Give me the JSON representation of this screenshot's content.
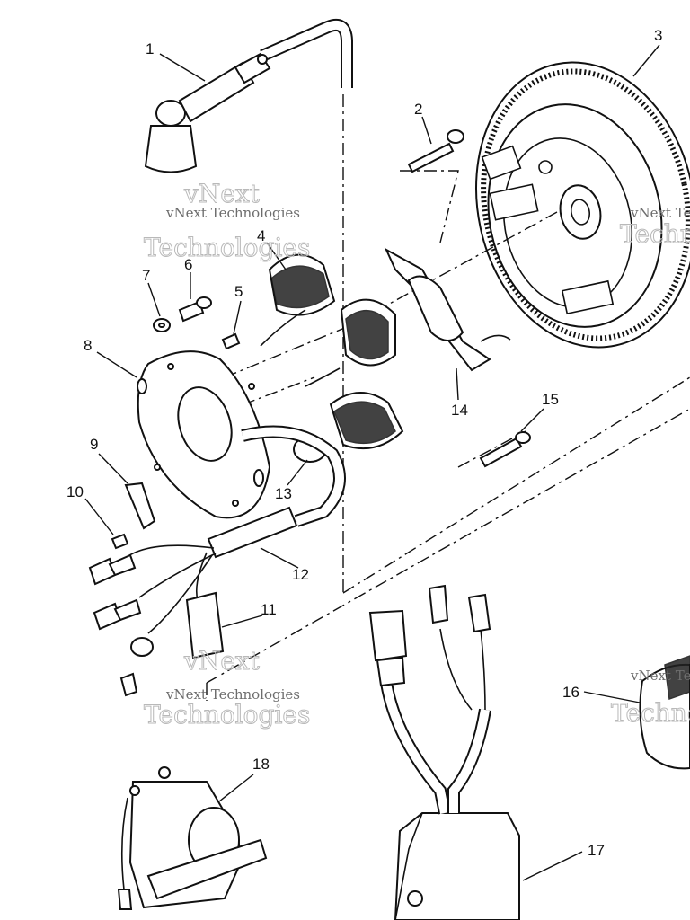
{
  "labels": [
    {
      "id": "1",
      "text": "1"
    },
    {
      "id": "2",
      "text": "2"
    },
    {
      "id": "3",
      "text": "3"
    },
    {
      "id": "4",
      "text": "4"
    },
    {
      "id": "5",
      "text": "5"
    },
    {
      "id": "6",
      "text": "6"
    },
    {
      "id": "7",
      "text": "7"
    },
    {
      "id": "8",
      "text": "8"
    },
    {
      "id": "9",
      "text": "9"
    },
    {
      "id": "10",
      "text": "10"
    },
    {
      "id": "11",
      "text": "11"
    },
    {
      "id": "12",
      "text": "12"
    },
    {
      "id": "13",
      "text": "13"
    },
    {
      "id": "14",
      "text": "14"
    },
    {
      "id": "15",
      "text": "15"
    },
    {
      "id": "16",
      "text": "16"
    },
    {
      "id": "17",
      "text": "17"
    },
    {
      "id": "18",
      "text": "18"
    }
  ],
  "watermark": {
    "brand_line1": "vNext",
    "brand_line2": "Technologies",
    "small": "vNext Technologies"
  },
  "colors": {
    "line": "#111111",
    "watermark": "#b9b9b9",
    "background": "#ffffff"
  }
}
